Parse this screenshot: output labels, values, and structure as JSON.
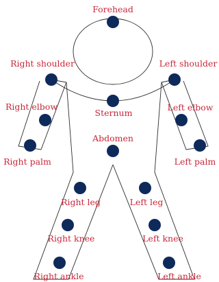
{
  "colors": {
    "outline": "#2b2b2b",
    "sensor_dot": "#0d2a5a",
    "label_text": "#c8283a",
    "background": "#ffffff"
  },
  "labels": {
    "forehead": "Forehead",
    "right_shoulder": "Right shoulder",
    "left_shoulder": "Left shoulder",
    "right_elbow": "Right elbow",
    "left_elbow": "Left elbow",
    "sternum": "Sternum",
    "right_palm": "Right palm",
    "left_palm": "Left palm",
    "abdomen": "Abdomen",
    "right_leg": "Right leg",
    "left_leg": "Left leg",
    "right_knee": "Right knee",
    "left_knee": "Left knee",
    "right_ankle": "Right ankle",
    "left_ankle": "Left ankle"
  }
}
